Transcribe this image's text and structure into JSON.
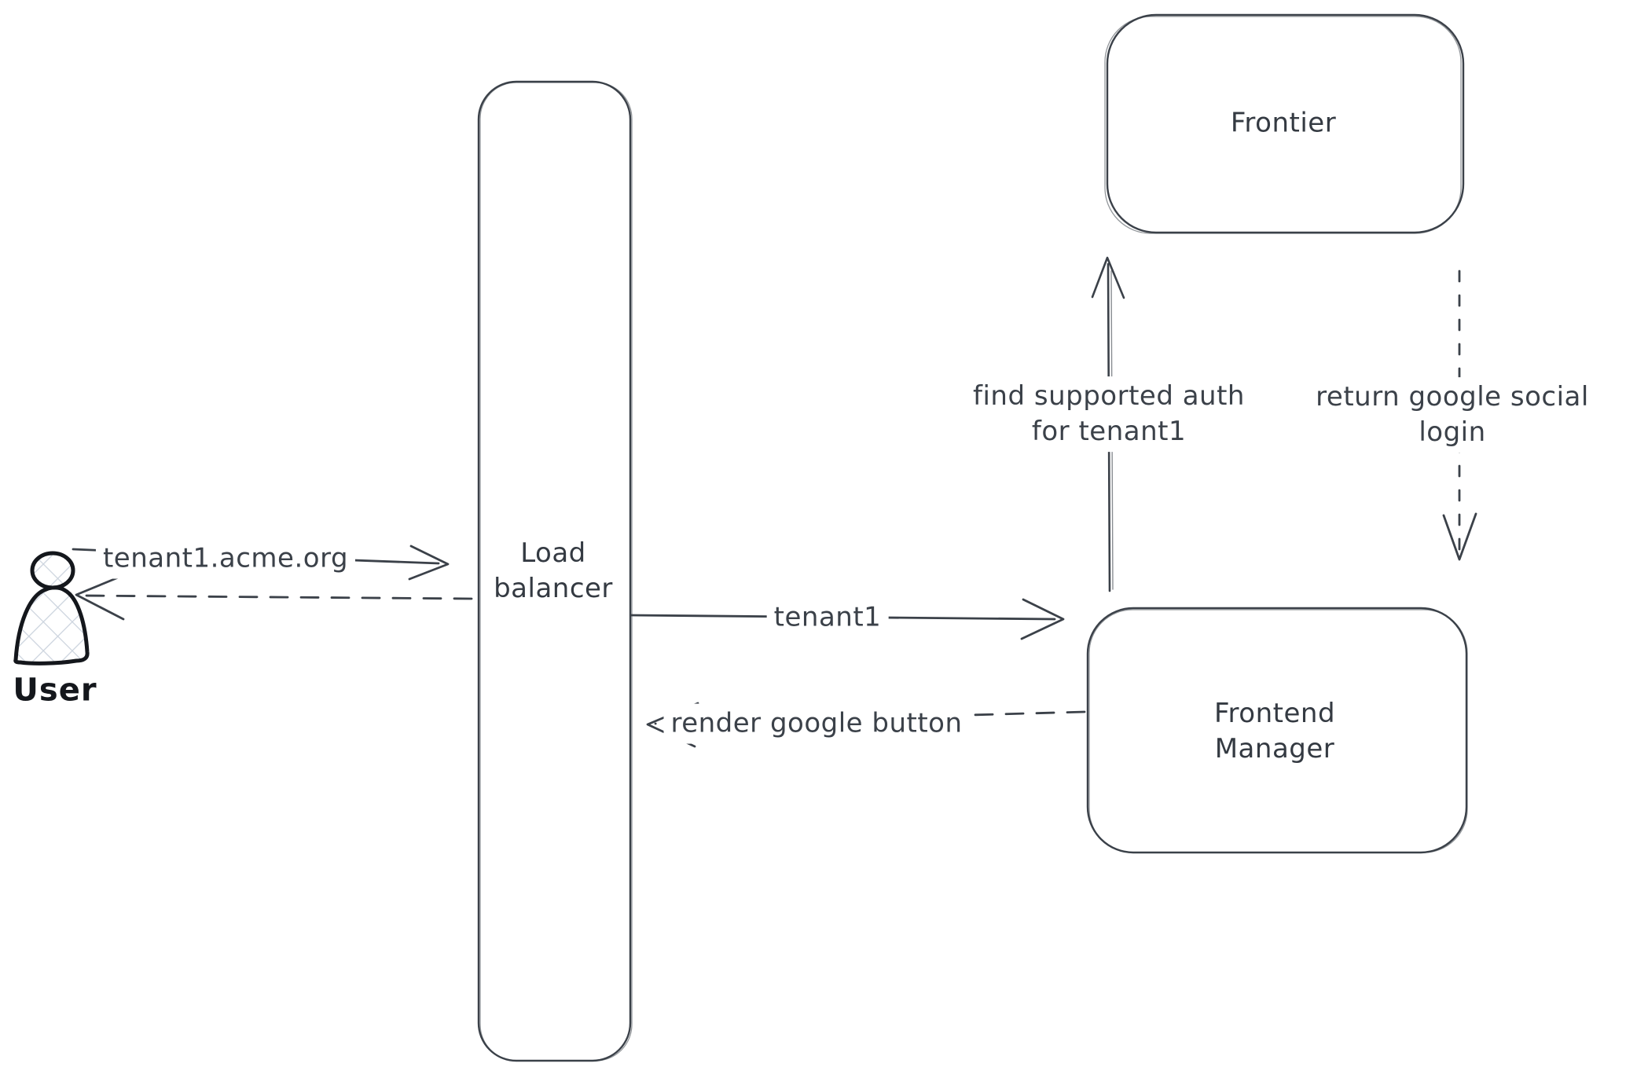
{
  "diagram": {
    "nodes": {
      "user": {
        "type": "actor",
        "label": "User"
      },
      "load_balancer": {
        "type": "box",
        "label_lines": [
          "Load",
          "balancer"
        ]
      },
      "frontier": {
        "type": "box",
        "label": "Frontier"
      },
      "frontend_manager": {
        "type": "box",
        "label_lines": [
          "Frontend",
          "Manager"
        ]
      }
    },
    "edges": {
      "user_to_lb": {
        "from": "user",
        "to": "load_balancer",
        "style": "solid",
        "label": "tenant1.acme.org"
      },
      "lb_to_user": {
        "from": "load_balancer",
        "to": "user",
        "style": "dashed",
        "label": ""
      },
      "lb_to_fm": {
        "from": "load_balancer",
        "to": "frontend_manager",
        "style": "solid",
        "label": "tenant1"
      },
      "fm_to_lb": {
        "from": "frontend_manager",
        "to": "load_balancer",
        "style": "dashed",
        "label": "render google button"
      },
      "fm_to_frontier": {
        "from": "frontend_manager",
        "to": "frontier",
        "style": "solid",
        "label_lines": [
          "find supported auth",
          "for tenant1"
        ]
      },
      "frontier_to_fm": {
        "from": "frontier",
        "to": "frontend_manager",
        "style": "dashed",
        "label_lines": [
          "return google social",
          "login"
        ]
      }
    },
    "colors": {
      "stroke": "#3b4149",
      "actor_stroke": "#14171c",
      "actor_hatch": "#ccd4de",
      "background": "#ffffff"
    }
  }
}
